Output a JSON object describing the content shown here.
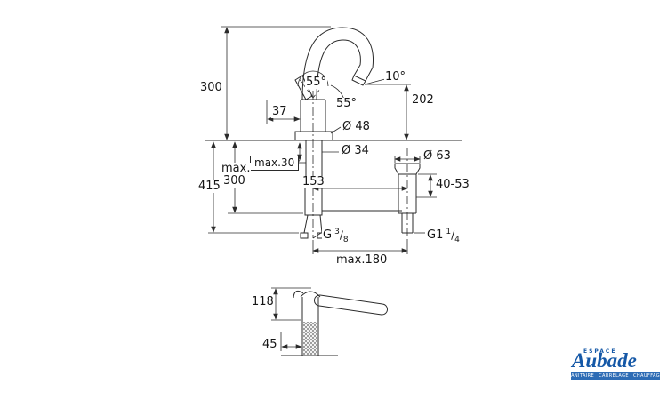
{
  "drawing": {
    "ink_color": "#2b2b2b",
    "labels": {
      "spout_height": "300",
      "lever_width": "37",
      "lever_angle_front": "55°",
      "lever_angle_side": "55°",
      "spout_angle": "10°",
      "outlet_height": "202",
      "body_diameter": "Ø 48",
      "shank_diameter": "Ø 34",
      "deck_thickness_max": "max.30",
      "hose_length_max_prefix": "max.",
      "hose_length_max_value": "300",
      "overall_height": "415",
      "rod_length": "153",
      "waste_flange_diameter": "Ø 63",
      "waste_height_range": "40-53",
      "reach_max": "max.180",
      "side_lever_height": "118",
      "side_offset": "45",
      "supply_thread": {
        "prefix": "G",
        "numerator": "3",
        "slash": "/",
        "denominator": "8"
      },
      "waste_thread": {
        "prefix": "G1",
        "numerator": "1",
        "slash": "/",
        "denominator": "4"
      }
    }
  },
  "logo": {
    "espace": "ESPACE",
    "brand": "Aubade",
    "brand_color": "#1558a7",
    "bar_color": "#2e6cb5",
    "tagline": [
      "SANITAIRE",
      "CARRELAGE",
      "CHAUFFAGE"
    ]
  }
}
